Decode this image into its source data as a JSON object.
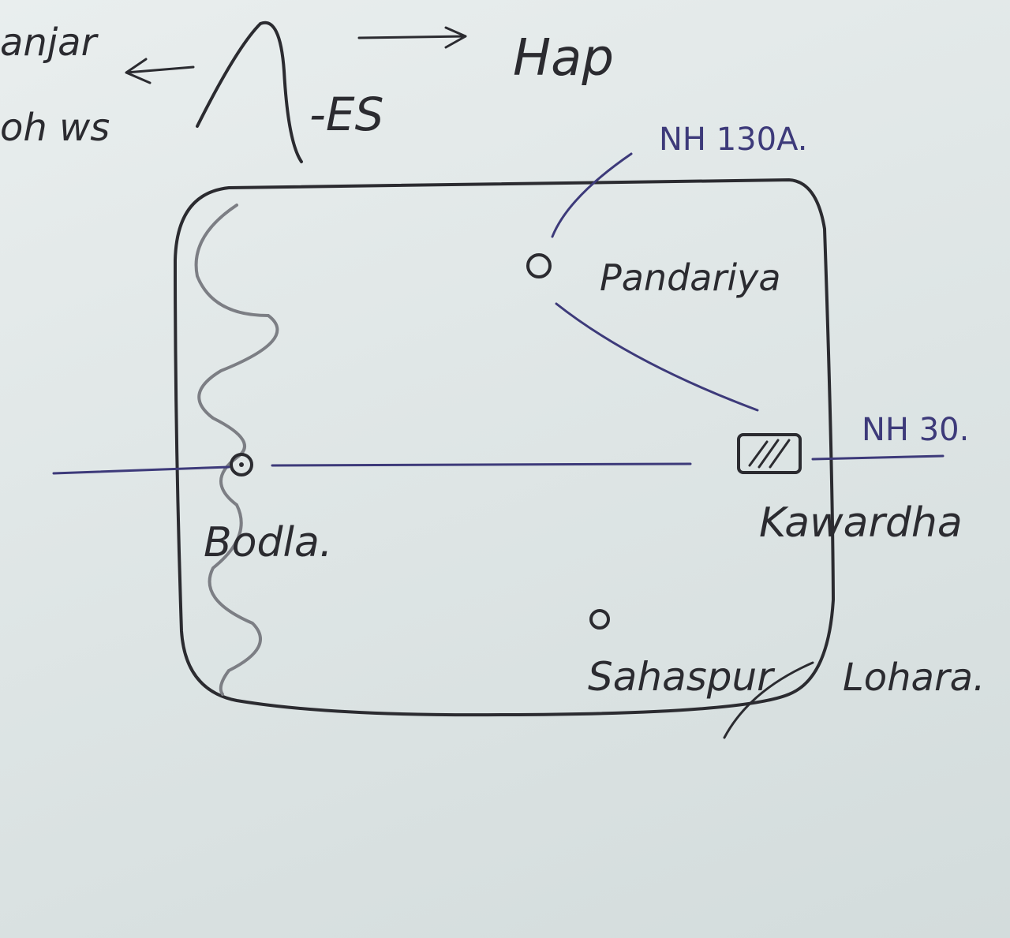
{
  "header": {
    "left_word": "anjar",
    "left_word2": "oh ws",
    "es_label": "-ES",
    "title": "Hap"
  },
  "roads": {
    "nh130a": "NH 130A.",
    "nh30": "NH 30."
  },
  "places": {
    "pandariya": "Pandariya",
    "bodla": "Bodla.",
    "kawardha": "Kawardha",
    "sahaspur": "Sahaspur",
    "lohara": "Lohara."
  },
  "colors": {
    "ink": "#2b2b30",
    "blue_ink": "#3d3a7a",
    "pencil": "#7c7e84",
    "paper": "#e3e9e9"
  }
}
